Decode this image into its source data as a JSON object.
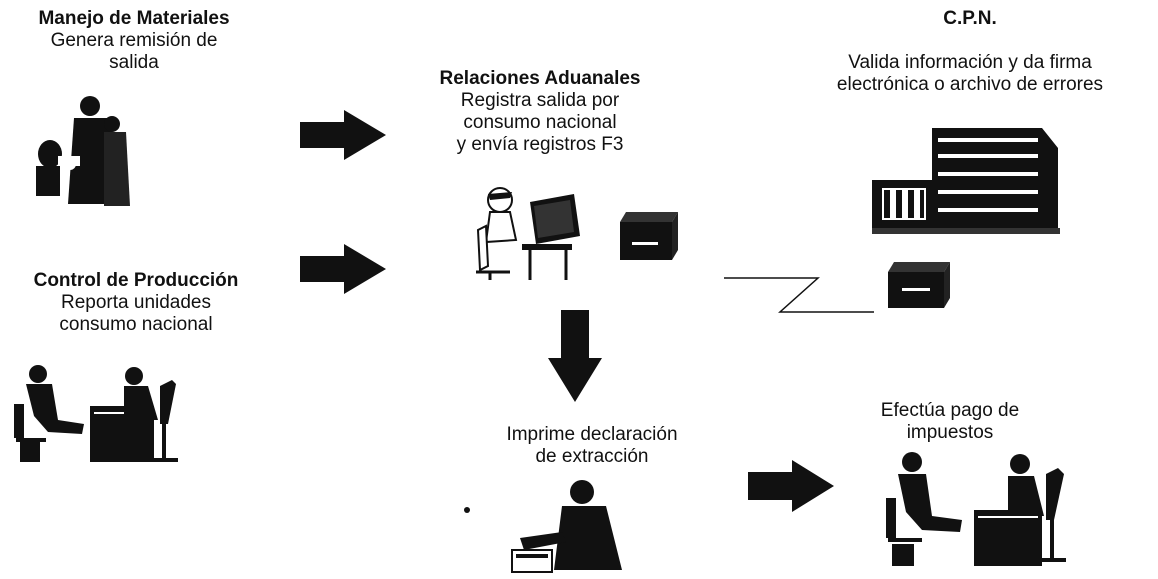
{
  "nodes": {
    "manejo": {
      "title": "Manejo de Materiales",
      "line1": "Genera remisión de",
      "line2": "salida"
    },
    "control": {
      "title": "Control de Producción",
      "line1": "Reporta unidades",
      "line2": "consumo nacional"
    },
    "relaciones": {
      "title": "Relaciones Aduanales",
      "line1": "Registra salida por",
      "line2": "consumo nacional",
      "line3": "y envía registros F3"
    },
    "cpn": {
      "title": "C.P.N.",
      "line1": "Valida información y da firma",
      "line2": "electrónica o archivo de errores"
    },
    "imprime": {
      "line1": "Imprime declaración",
      "line2": "de extracción"
    },
    "pago": {
      "line1": "Efectúa pago de",
      "line2": "impuestos"
    }
  },
  "icons": [
    "business-people-icon",
    "meeting-at-desk-icon",
    "computer-user-icon",
    "disk-drive-icon",
    "building-icon",
    "printer-person-icon",
    "flow-arrow-icon",
    "network-link-icon"
  ],
  "colors": {
    "ink": "#111111",
    "background": "#ffffff"
  }
}
